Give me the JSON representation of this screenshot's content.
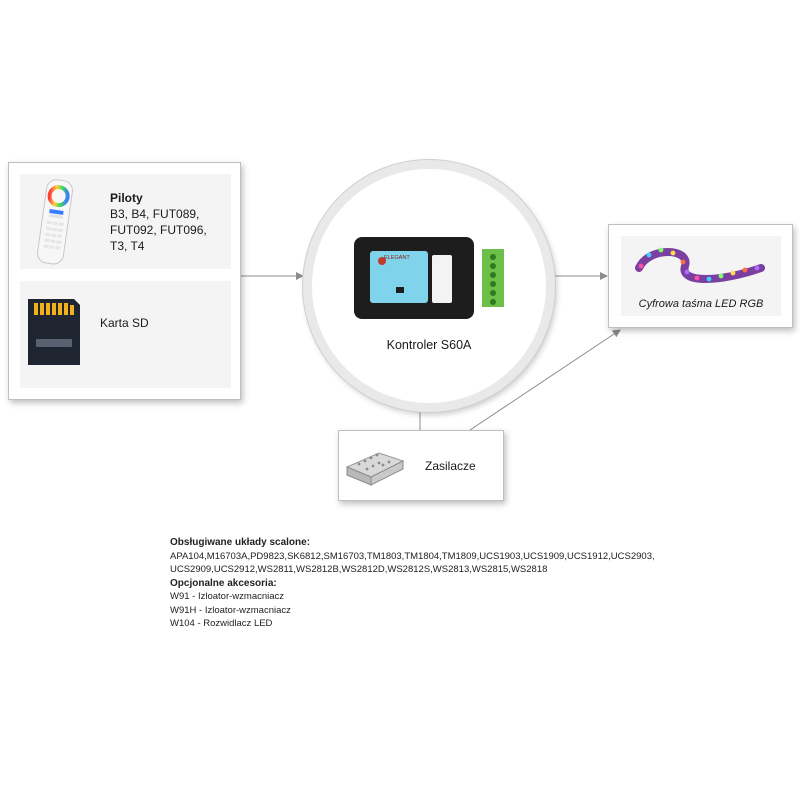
{
  "inputs": {
    "remotes": {
      "title": "Piloty",
      "models_line1": "B3, B4, FUT089,",
      "models_line2": "FUT092, FUT096,",
      "models_line3": "T3, T4"
    },
    "sd_card": {
      "title": "Karta SD"
    }
  },
  "controller": {
    "name": "Kontroler S60A",
    "device_brand": "ELEGANT"
  },
  "output": {
    "label": "Cyfrowa taśma LED RGB"
  },
  "power": {
    "label": "Zasilacze"
  },
  "notes": {
    "chips_heading": "Obsługiwane układy scalone:",
    "chips_line1": "APA104,M16703A,PD9823,SK6812,SM16703,TM1803,TM1804,TM1809,UCS1903,UCS1909,UCS1912,UCS2903,",
    "chips_line2": "UCS2909,UCS2912,WS2811,WS2812B,WS2812D,WS2812S,WS2813,WS2815,WS2818",
    "accessories_heading": "Opcjonalne akcesoria:",
    "accessories": [
      "W91 - Izloator-wzmacniacz",
      "W91H - Izloator-wzmacniacz",
      "W104 - Rozwidlacz LED"
    ]
  },
  "colors": {
    "line": "#8c8c8c",
    "controller_body": "#1d1d1d",
    "screen": "#7fd3ea",
    "terminal": "#6cc04a"
  }
}
